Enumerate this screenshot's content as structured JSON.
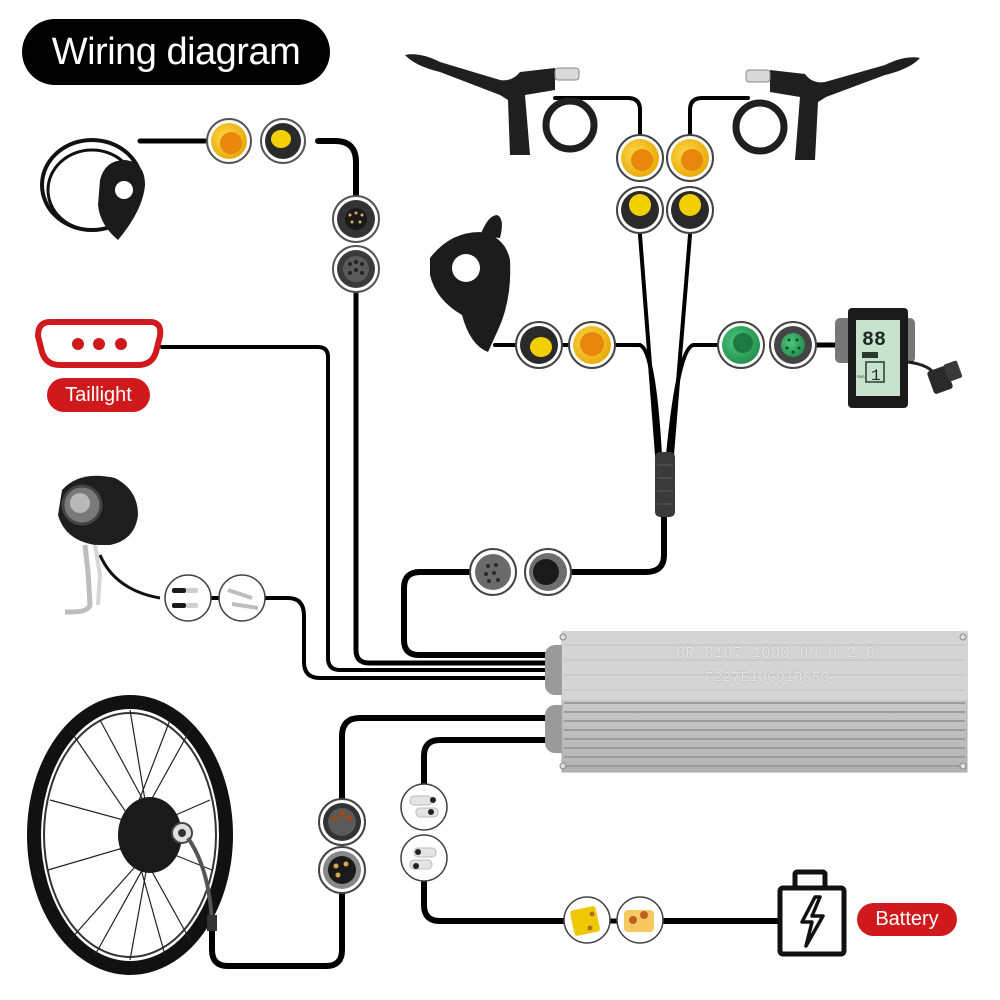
{
  "title": "Wiring diagram",
  "labels": {
    "taillight": "Taillight",
    "battery": "Battery"
  },
  "controller": {
    "model": "GR S107.1000.9N.U 2.0",
    "serial": "F227E1UG910050"
  },
  "display": {
    "speed_digits": "88",
    "gear_digit": "1",
    "pas_label": "PAS"
  },
  "components": [
    {
      "id": "pas-sensor",
      "name": "Pedal assist sensor",
      "connector": "yellow 3-pin"
    },
    {
      "id": "brake-lever-left",
      "name": "Left brake lever",
      "connector": "yellow 2-pin"
    },
    {
      "id": "brake-lever-right",
      "name": "Right brake lever",
      "connector": "yellow 2-pin"
    },
    {
      "id": "thumb-throttle",
      "name": "Thumb throttle",
      "connector": "yellow 3-pin"
    },
    {
      "id": "lcd-display",
      "name": "LCD display",
      "connector": "green 5-pin"
    },
    {
      "id": "taillight",
      "name": "Taillight",
      "connector": "3-pin"
    },
    {
      "id": "headlight",
      "name": "Headlight",
      "connector": "bullet terminals"
    },
    {
      "id": "hub-motor",
      "name": "Hub motor wheel",
      "connector": "9-pin motor"
    },
    {
      "id": "battery",
      "name": "Battery",
      "connector": "XT60"
    },
    {
      "id": "controller",
      "name": "Motor controller",
      "connector": "main harness"
    }
  ],
  "colors": {
    "accent_red": "#d0191d",
    "wire": "#000000",
    "connector_yellow": "#f2c200",
    "connector_orange": "#e8900f",
    "connector_green": "#2ea860",
    "controller_silver": "#cfcfcf",
    "lcd_green": "#bfe0c8"
  }
}
